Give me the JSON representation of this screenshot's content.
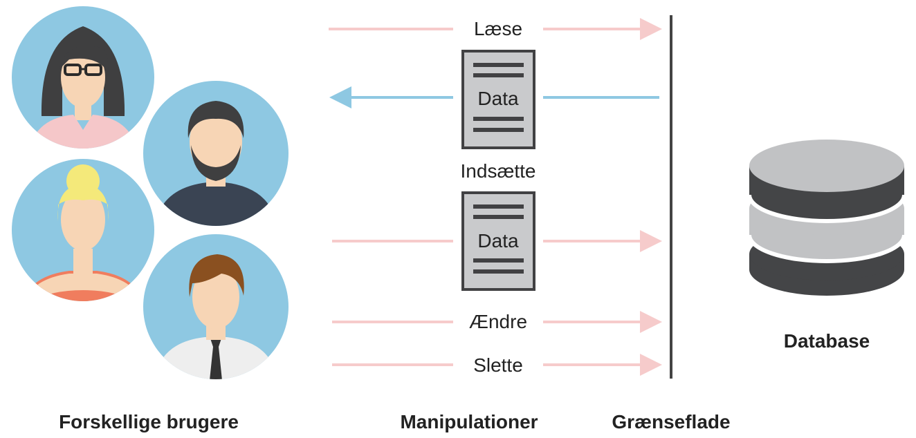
{
  "colors": {
    "arrow_pink": "#f6cbcb",
    "arrow_blue": "#8ec8e2",
    "avatar_bg": "#8ec8e2",
    "skin": "#f7d5b5",
    "hair_dark": "#3f3f40",
    "hair_blond": "#f4e97a",
    "hair_brown": "#8a5020",
    "shirt_pink": "#f5c7c9",
    "shirt_navy": "#3a4453",
    "shirt_salmon": "#f07d5e",
    "shirt_white": "#eeeeee",
    "doc_fill": "#c9cacc",
    "doc_line": "#414143",
    "interface_line": "#444444",
    "db_dark": "#444547",
    "db_light": "#c1c2c4"
  },
  "operations": {
    "read": "Læse",
    "insert": "Indsætte",
    "change": "Ændre",
    "delete": "Slette"
  },
  "documents": {
    "top_label": "Data",
    "bottom_label": "Data"
  },
  "database": {
    "label": "Database",
    "icon": "database-icon"
  },
  "footer": {
    "users": "Forskellige brugere",
    "manipulations": "Manipulationer",
    "interface": "Grænseflade"
  },
  "users": [
    {
      "icon": "woman-glasses-avatar"
    },
    {
      "icon": "bearded-man-avatar"
    },
    {
      "icon": "blonde-woman-avatar"
    },
    {
      "icon": "businessman-avatar"
    }
  ]
}
